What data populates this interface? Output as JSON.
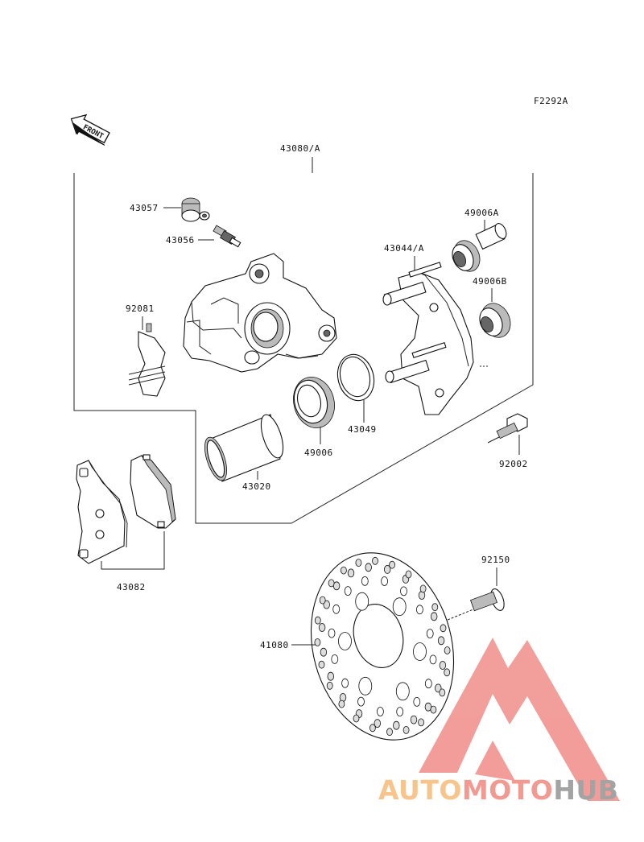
{
  "figure_code": "F2292A",
  "front_arrow": {
    "label": "FRONT",
    "icon": "front-arrow-icon"
  },
  "parts": [
    {
      "key": "caliper_assy",
      "number": "43080/A"
    },
    {
      "key": "bleeder_cap",
      "number": "43057"
    },
    {
      "key": "bleeder_valve",
      "number": "43056"
    },
    {
      "key": "pad_spring",
      "number": "92081"
    },
    {
      "key": "bracket",
      "number": "43044/A"
    },
    {
      "key": "boot_a",
      "number": "49006A"
    },
    {
      "key": "boot_b",
      "number": "49006B"
    },
    {
      "key": "piston_seal",
      "number": "43049"
    },
    {
      "key": "dust_seal",
      "number": "49006"
    },
    {
      "key": "piston",
      "number": "43020"
    },
    {
      "key": "caliper_bolt",
      "number": "92002"
    },
    {
      "key": "brake_pads",
      "number": "43082"
    },
    {
      "key": "disc_bolt",
      "number": "92150"
    },
    {
      "key": "brake_disc",
      "number": "41080"
    }
  ],
  "watermark": {
    "logo_icon": "automotohub-triangle-logo",
    "text_part1": "AUTO",
    "text_part2": "MOTO",
    "text_part3": "HUB",
    "colors": {
      "auto": "#f7c48c",
      "moto": "#f29a92",
      "hub": "#a3a3a3",
      "logo": "#f08d88"
    }
  }
}
